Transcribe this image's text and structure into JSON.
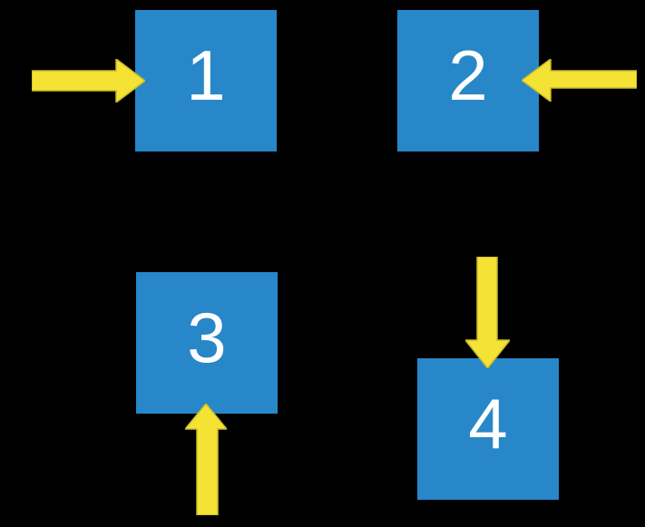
{
  "colors": {
    "background": "#000000",
    "square_blue": "#2787C8",
    "arrow_yellow": "#F4E334",
    "arrow_outline": "#C9B82B",
    "digit_white": "#FFFFFF"
  },
  "squares": [
    {
      "label": "1",
      "position": "top-left"
    },
    {
      "label": "2",
      "position": "top-right"
    },
    {
      "label": "3",
      "position": "bottom-left"
    },
    {
      "label": "4",
      "position": "bottom-right"
    }
  ],
  "arrows": [
    {
      "direction": "right",
      "points_at": "1",
      "enters_side": "left"
    },
    {
      "direction": "left",
      "points_at": "2",
      "enters_side": "right"
    },
    {
      "direction": "up",
      "points_at": "3",
      "enters_side": "bottom"
    },
    {
      "direction": "down",
      "points_at": "4",
      "enters_side": "top"
    }
  ]
}
